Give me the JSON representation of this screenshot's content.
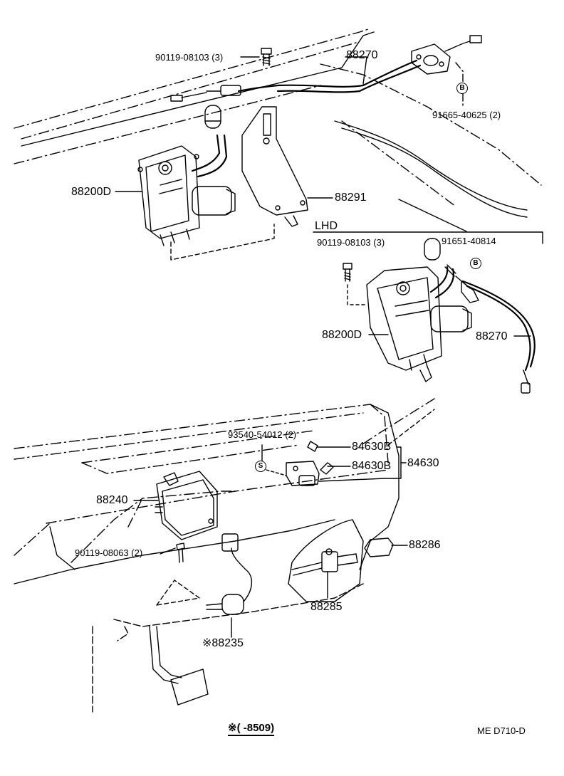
{
  "parts": {
    "bolt_upper": "90119-08103 (3)",
    "cable_upper": "88270",
    "grommet_upper": "91665-40625 (2)",
    "actuator_upper": "88200D",
    "bracket_upper": "88291",
    "section_lhd": "LHD",
    "bolt_lhd": "90119-08103 (3)",
    "screw_lhd": "91651-40814",
    "actuator_lhd": "88200D",
    "cable_lhd": "88270",
    "screw_switch": "93540-54012 (2)",
    "switch_b1": "84630B",
    "switch_b2": "84630B",
    "switch_main": "84630",
    "computer": "88240",
    "bolt_computer": "90119-08063 (2)",
    "cap": "88286",
    "clutch_switch": "88285",
    "stop_switch": "※88235"
  },
  "callouts": {
    "b_upper": "B",
    "b_lhd": "B",
    "s_switch": "S"
  },
  "footer": {
    "note": "※(       -8509)",
    "code": "ME  D710-D"
  }
}
